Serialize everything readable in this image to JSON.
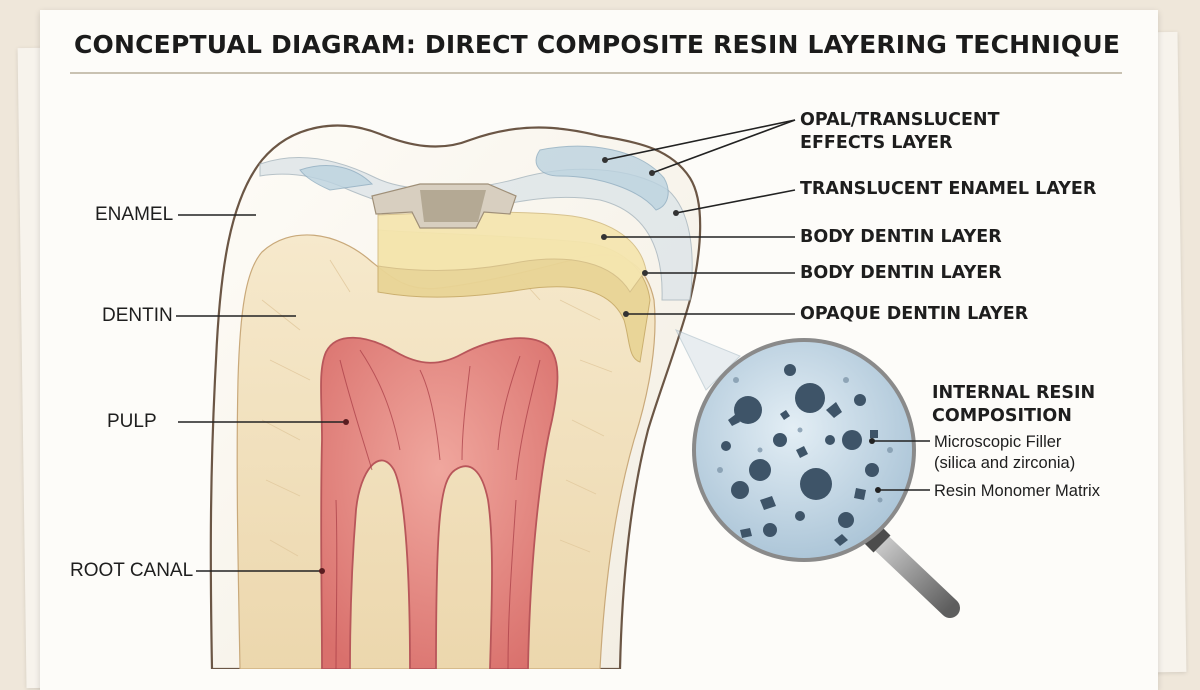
{
  "title": "CONCEPTUAL DIAGRAM: DIRECT COMPOSITE RESIN LAYERING TECHNIQUE",
  "left_labels": {
    "enamel": "ENAMEL",
    "dentin": "DENTIN",
    "pulp": "PULP",
    "root_canal": "ROOT CANAL"
  },
  "right_labels": {
    "opal_line1": "OPAL/TRANSLUCENT",
    "opal_line2": "EFFECTS LAYER",
    "translucent_enamel": "TRANSLUCENT ENAMEL LAYER",
    "body_dentin_1": "BODY DENTIN LAYER",
    "body_dentin_2": "BODY DENTIN LAYER",
    "opaque_dentin": "OPAQUE DENTIN LAYER"
  },
  "inset": {
    "heading_line1": "INTERNAL RESIN",
    "heading_line2": "COMPOSITION",
    "filler_line1": "Microscopic Filler",
    "filler_line2": "(silica and zirconia)",
    "matrix": "Resin Monomer Matrix"
  },
  "colors": {
    "enamel": "#fbf8f1",
    "dentin": "#f1e0bd",
    "pulp": "#e58c84",
    "opaque_dentin": "#e9d596",
    "body_dentin": "#f5e6b0",
    "translucent_enamel": "#dfe6e9",
    "opal_effects": "#bcd3e0",
    "inset_background": "#c8dbe7",
    "filler_particles": "#3e5468"
  }
}
